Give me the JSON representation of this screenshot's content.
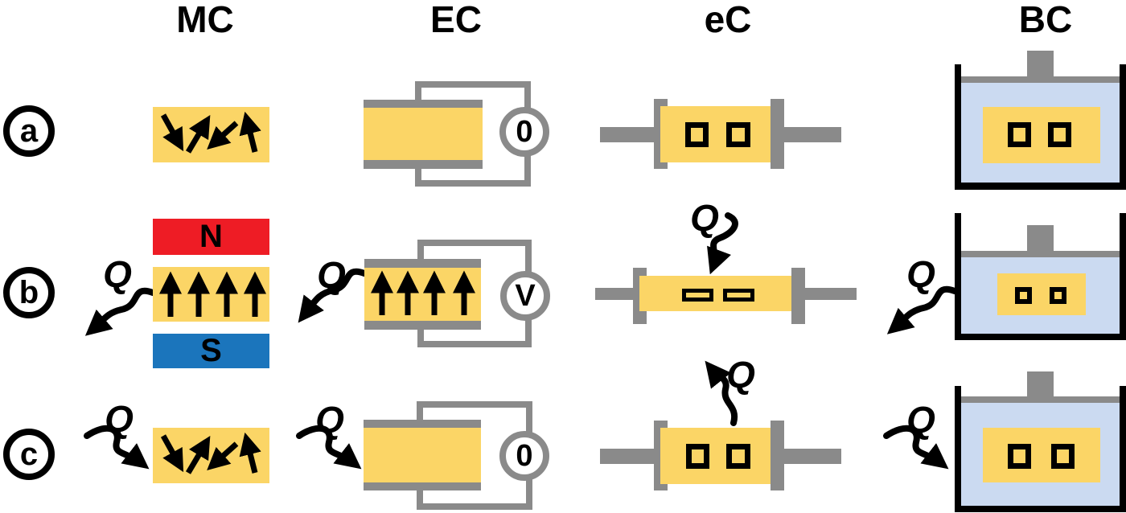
{
  "figure": {
    "columns": [
      {
        "id": "mc",
        "label": "MC"
      },
      {
        "id": "ec",
        "label": "EC"
      },
      {
        "id": "ec_elasto",
        "label": "eC"
      },
      {
        "id": "bc",
        "label": "BC"
      }
    ],
    "rows": [
      {
        "label": "a"
      },
      {
        "label": "b"
      },
      {
        "label": "c"
      }
    ],
    "heat_symbol": "Q",
    "magnet": {
      "north": "N",
      "south": "S"
    },
    "voltmeter": {
      "row_a": "0",
      "row_b": "V",
      "row_c": "0"
    },
    "colors": {
      "material_yellow": "#FBD566",
      "magnet_north_red": "#EE1C25",
      "magnet_south_blue": "#1B75BC",
      "metal_gray": "#8A8A8A",
      "fluid_light_blue": "#CBDAF1",
      "outline_black": "#000000",
      "background_white": "#FFFFFF"
    }
  }
}
